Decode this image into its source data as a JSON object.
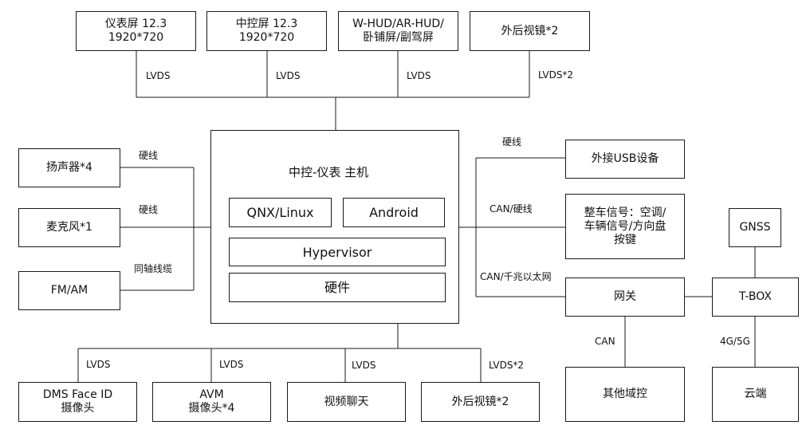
{
  "host": {
    "title": "中控-仪表 主机",
    "qnx": "QNX/Linux",
    "android": "Android",
    "hypervisor": "Hypervisor",
    "hardware": "硬件"
  },
  "top_displays": [
    {
      "line1": "仪表屏 12.3",
      "line2": "1920*720",
      "link": "LVDS"
    },
    {
      "line1": "中控屏 12.3",
      "line2": "1920*720",
      "link": "LVDS"
    },
    {
      "line1": "W-HUD/AR-HUD/",
      "line2": "卧铺屏/副驾屏",
      "link": "LVDS"
    },
    {
      "line1": "外后视镜*2",
      "line2": "",
      "link": "LVDS*2"
    }
  ],
  "left_devices": [
    {
      "label": "扬声器*4",
      "link": "硬线"
    },
    {
      "label": "麦克风*1",
      "link": "硬线"
    },
    {
      "label": "FM/AM",
      "link": "同轴线缆"
    }
  ],
  "bottom_devices": [
    {
      "line1": "DMS Face ID",
      "line2": "摄像头",
      "link": "LVDS"
    },
    {
      "line1": "AVM",
      "line2": "摄像头*4",
      "link": "LVDS"
    },
    {
      "line1": "视频聊天",
      "line2": "",
      "link": "LVDS"
    },
    {
      "line1": "外后视镜*2",
      "line2": "",
      "link": "LVDS*2"
    }
  ],
  "right": {
    "usb": {
      "label": "外接USB设备",
      "link": "硬线"
    },
    "vehicle": {
      "line1": "整车信号：空调/",
      "line2": "车辆信号/方向盘",
      "line3": "按键",
      "link": "CAN/硬线"
    },
    "gateway": {
      "label": "网关",
      "link": "CAN/千兆以太网"
    },
    "other_domain": {
      "label": "其他域控",
      "link": "CAN"
    },
    "gnss": {
      "label": "GNSS"
    },
    "tbox": {
      "label": "T-BOX"
    },
    "cloud": {
      "label": "云端",
      "link": "4G/5G"
    }
  }
}
